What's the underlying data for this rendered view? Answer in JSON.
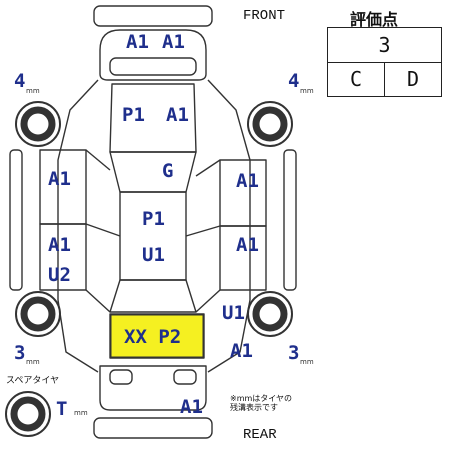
{
  "labels": {
    "front": "FRONT",
    "rear": "REAR",
    "spare_tire": "スペアタイヤ",
    "note": "※mmはタイヤの\n残溝表示です",
    "unit": "mm"
  },
  "score": {
    "title": "評価点",
    "overall": "3",
    "interior": "C",
    "exterior": "D"
  },
  "tires": {
    "front_left": "4",
    "front_right": "4",
    "rear_left": "3",
    "rear_right": "3",
    "spare": "T"
  },
  "damage": {
    "front_bumper_left": "A1",
    "front_bumper_right": "A1",
    "hood_left": "P1",
    "hood_right": "A1",
    "front_glass": "G",
    "front_left_fender": "A1",
    "front_right_fender": "A1",
    "roof_top": "P1",
    "roof_bottom": "U1",
    "rear_left_door_top": "A1",
    "rear_left_door_bottom": "U2",
    "rear_right_door": "A1",
    "rear_right_quarter_top": "U1",
    "rear_right_quarter_bottom": "A1",
    "trunk": "XX P2",
    "rear_bumper": "A1"
  },
  "colors": {
    "code": "#1f2f8c",
    "highlight": "#f5f021",
    "outline": "#333333"
  }
}
